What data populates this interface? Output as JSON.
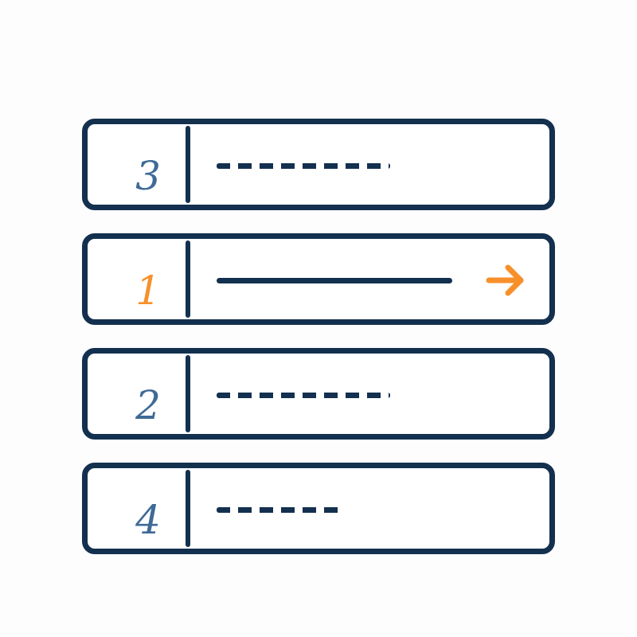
{
  "colors": {
    "outline": "#13304f",
    "number": "#3f6a96",
    "highlight": "#f7902a"
  },
  "rows": [
    {
      "number": "3",
      "line_style": "dashed",
      "active": false
    },
    {
      "number": "1",
      "line_style": "solid",
      "active": true,
      "icon": "arrow-right-icon"
    },
    {
      "number": "2",
      "line_style": "dashed",
      "active": false
    },
    {
      "number": "4",
      "line_style": "dashed",
      "active": false
    }
  ]
}
